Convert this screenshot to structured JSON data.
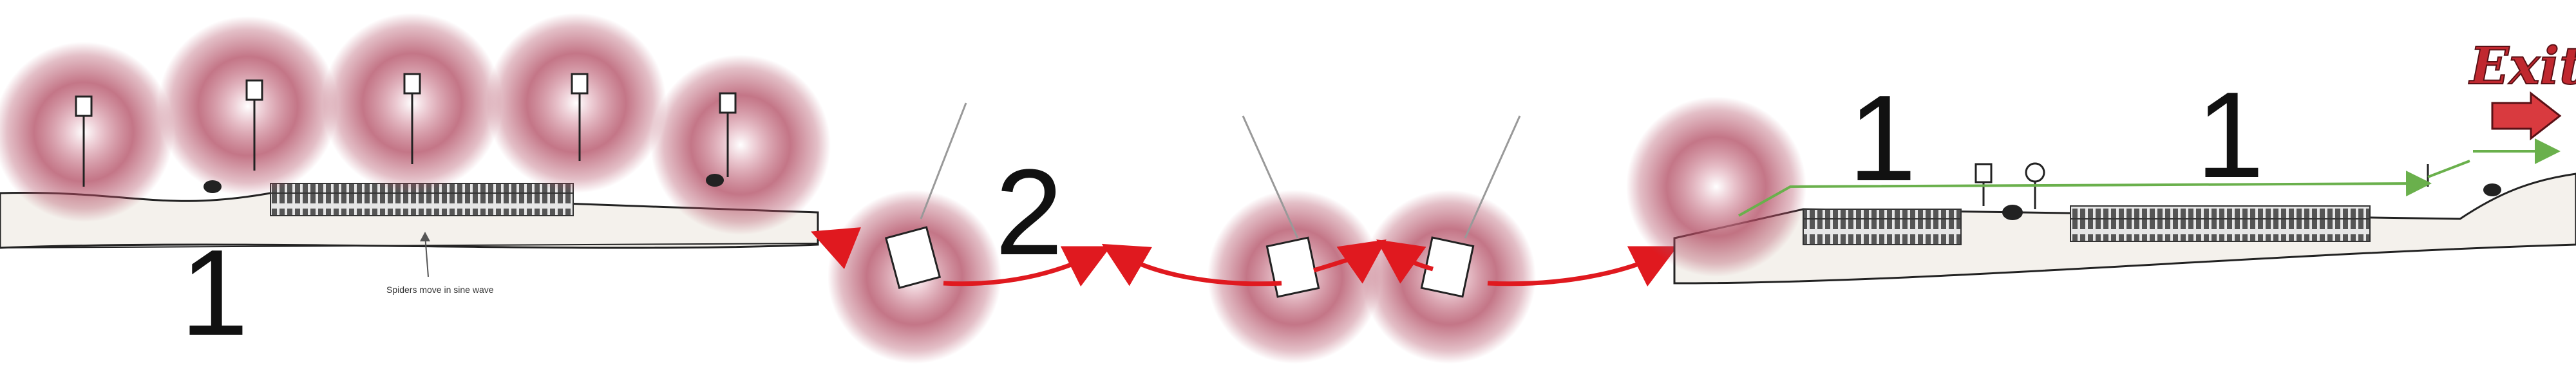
{
  "annotations": {
    "route_left": "1",
    "route_swing": "2",
    "route_right_a": "1",
    "route_right_b": "1",
    "spider_note": "Spiders move in sine wave"
  },
  "exit_sign": {
    "label": "Exit"
  },
  "colors": {
    "light_glow": "#b0485f",
    "arrow_red": "#e0191f",
    "guide_green": "#6ab04c",
    "ink": "#222222"
  },
  "icons": {
    "hanging_lamp": "lantern-icon",
    "spider": "spider-icon",
    "spike_pit": "spike-pit-icon",
    "swing_basket": "basket-icon",
    "exit_arrow": "arrow-right-icon"
  }
}
